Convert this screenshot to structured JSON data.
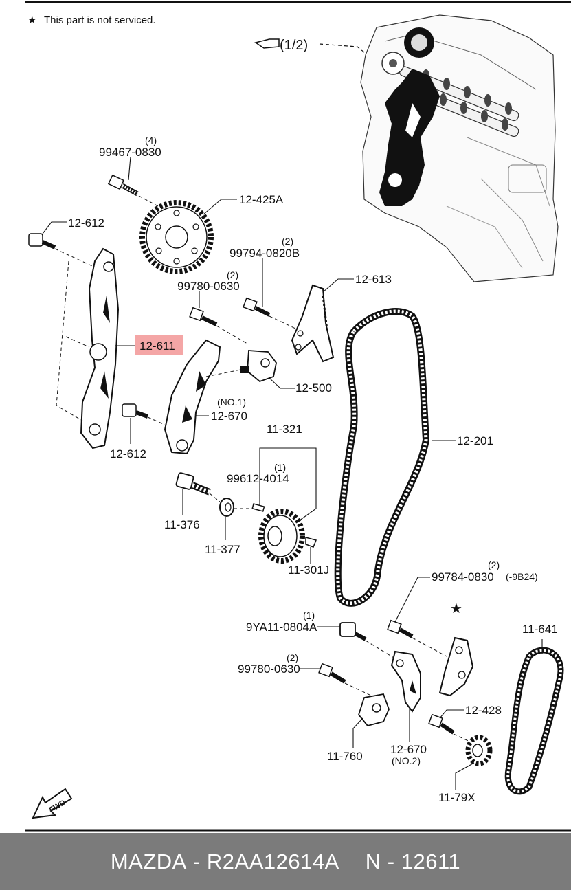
{
  "note": {
    "star": "★",
    "text": "This part is not serviced."
  },
  "reference": "(1/2)",
  "fwd": "FWD",
  "highlight_color": "#f4a6a6",
  "footer": {
    "brand": "MAZDA",
    "sep1": " - ",
    "part_number": "R2AA12614A",
    "ref_prefix": "N - ",
    "ref_code": "12611"
  },
  "callouts": {
    "c99467_qty": "(4)",
    "c99467": "99467-0830",
    "c12425A": "12-425A",
    "c12612_top": "12-612",
    "c99794_qty": "(2)",
    "c99794": "99794-0820B",
    "c99780a_qty": "(2)",
    "c99780a": "99780-0630",
    "c12613": "12-613",
    "c12611": "12-611",
    "c12500": "12-500",
    "c12670a_no": "(NO.1)",
    "c12670a": "12-670",
    "c12612_bot": "12-612",
    "c11321": "11-321",
    "c99612_qty": "(1)",
    "c99612": "99612-4014",
    "c12201": "12-201",
    "c11376": "11-376",
    "c11377": "11-377",
    "c11301J": "11-301J",
    "c99784_qty": "(2)",
    "c99784": "99784-0830",
    "c99784_note": "(-9B24)",
    "c9YA11_qty": "(1)",
    "c9YA11": "9YA11-0804A",
    "c11641": "11-641",
    "c99780b_qty": "(2)",
    "c99780b": "99780-0630",
    "c12428": "12-428",
    "c11760": "11-760",
    "c12670b": "12-670",
    "c12670b_no": "(NO.2)",
    "c1179X": "11-79X"
  }
}
